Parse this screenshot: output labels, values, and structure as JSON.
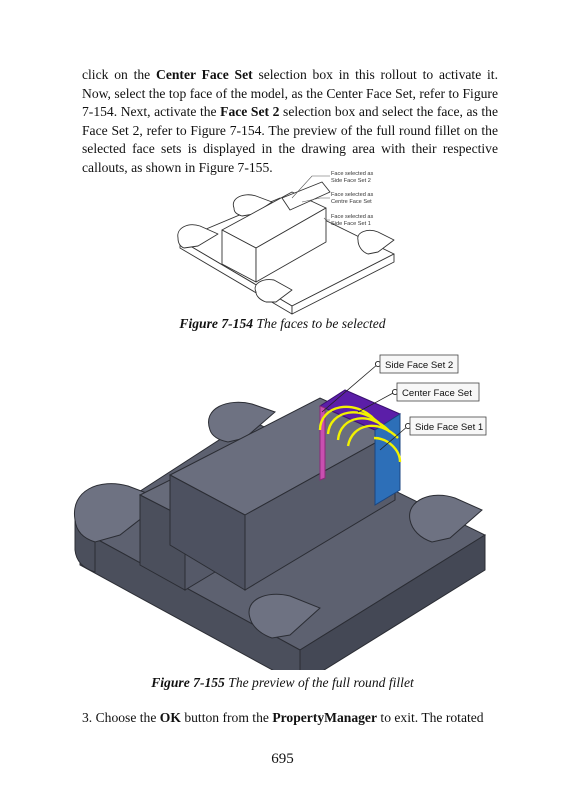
{
  "paragraph": {
    "t1": "click on the ",
    "b1": "Center Face Set",
    "t2": " selection box in this rollout to activate it. Now, select the top face of the model, as the Center Face Set, refer to Figure 7-154. Next, activate the ",
    "b2": "Face Set 2",
    "t3": " selection box and select the face, as the Face Set 2, refer to Figure 7-154. The preview of the full round fillet on the selected face sets is displayed in the drawing area with their respective callouts, as shown in Figure 7-155."
  },
  "figure_154": {
    "callout_1": [
      "Face selected as",
      "Side Face Set 2"
    ],
    "callout_2": [
      "Face selected as",
      "Centre Face Set"
    ],
    "callout_3": [
      "Face selected as",
      "Side Face Set 1"
    ],
    "caption_number": "Figure 7-154",
    "caption_text": " The faces to be selected"
  },
  "figure_155": {
    "callout_1": "Side Face Set 2",
    "callout_2": "Center Face Set",
    "callout_3": "Side Face Set 1",
    "caption_number": "Figure 7-155",
    "caption_text": " The preview of the full round fillet"
  },
  "step3": {
    "t1": "3. Choose the ",
    "b1": "OK",
    "t2": " button from the ",
    "b2": "PropertyManager",
    "t3": " to exit. The rotated"
  },
  "page_number": "695",
  "colors": {
    "model_dark": "#4b4f5c",
    "model_mid": "#5d6170",
    "model_light": "#6e7282",
    "center_face": "#5b1ea8",
    "side_face": "#2d6fb8",
    "fillet_preview": "#f2f200"
  }
}
